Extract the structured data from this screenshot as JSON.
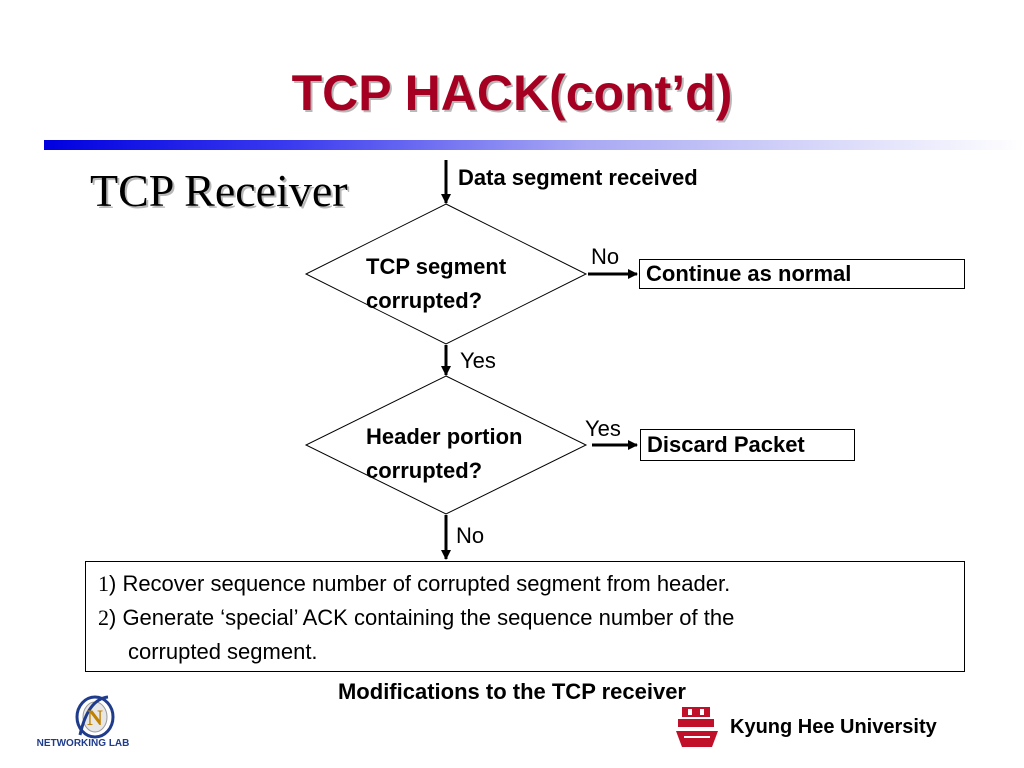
{
  "slide": {
    "title": "TCP HACK(cont’d)",
    "subtitle": "TCP Receiver"
  },
  "flowchart": {
    "start_label": "Data segment received",
    "decision1": {
      "line1": "TCP segment",
      "line2": "corrupted?",
      "no_label": "No",
      "yes_label": "Yes"
    },
    "action1": "Continue as  normal",
    "decision2": {
      "line1": "Header portion",
      "line2": "corrupted?",
      "yes_label": "Yes",
      "no_label": "No"
    },
    "action2": "Discard Packet",
    "steps": {
      "n1": "1",
      "s1": ") Recover sequence number of corrupted segment from header.",
      "n2": "2",
      "s2": ") Generate ‘special’ ACK containing the sequence number of the",
      "s2b": "corrupted segment."
    },
    "caption": "Modifications to the TCP receiver"
  },
  "footer": {
    "lab_name": "NETWORKING LAB",
    "logo_letter": "N",
    "university": "Kyung Hee University"
  },
  "colors": {
    "title": "#A50021",
    "accent_bar": "#0000e0",
    "lab_text": "#1f3c8c",
    "university_logo": "#c0102a"
  }
}
